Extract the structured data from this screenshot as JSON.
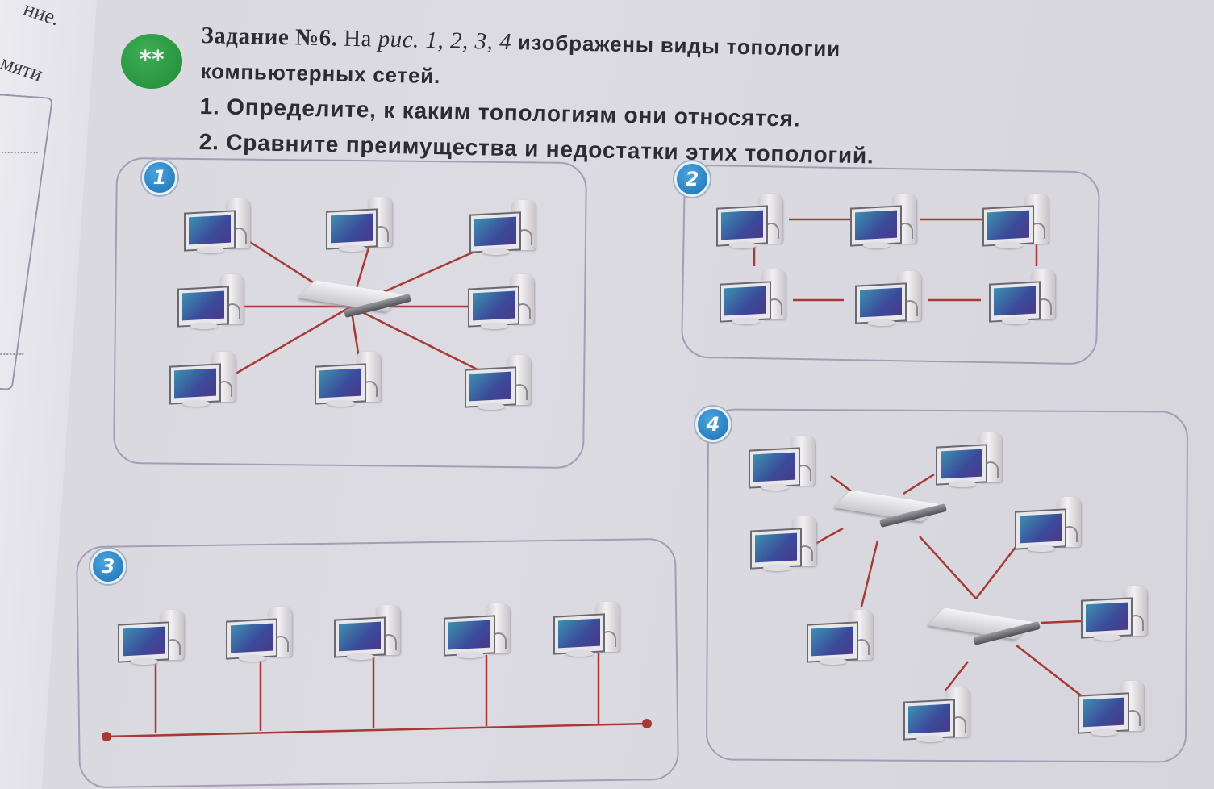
{
  "left_page": {
    "fragments": [
      "ние.",
      "мяти"
    ]
  },
  "difficulty_badge": {
    "icon": "two-asterisks-icon",
    "text": "**",
    "color": "#2a9a44"
  },
  "task": {
    "label": "Задание №6.",
    "intro_a": "На",
    "intro_ref": "рис. 1, 2, 3, 4",
    "intro_b": "изображены виды топологии",
    "intro_line2": "компьютерных сетей.",
    "items": [
      "1. Определите, к каким топологиям они относятся.",
      "2. Сравните преимущества и недостатки этих топологий."
    ]
  },
  "colors": {
    "cable": "#a83a36",
    "frame": "#a79cb6",
    "number_badge": "#2a82c6"
  },
  "figures": [
    {
      "number": "1",
      "topology": "star",
      "computers": 8,
      "hubs": 1
    },
    {
      "number": "2",
      "topology": "ring",
      "computers": 6,
      "hubs": 0
    },
    {
      "number": "3",
      "topology": "bus",
      "computers": 5,
      "hubs": 0
    },
    {
      "number": "4",
      "topology": "tree",
      "computers": 8,
      "hubs": 2
    }
  ]
}
